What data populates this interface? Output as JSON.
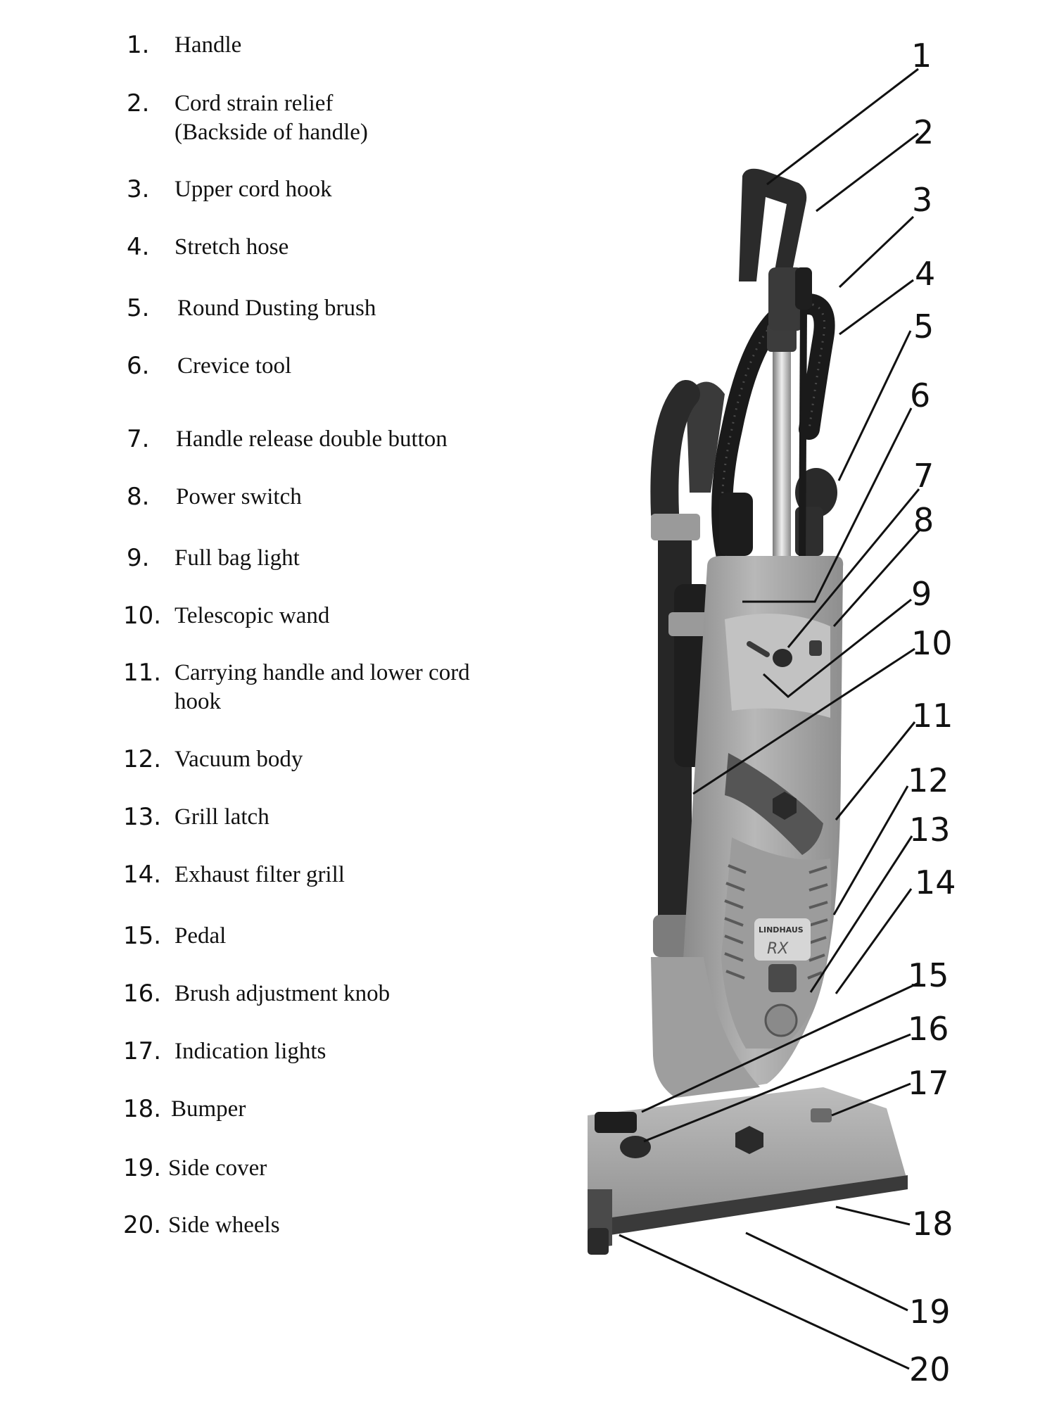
{
  "parts": [
    {
      "num": "1.",
      "label": "Handle",
      "callout": "1"
    },
    {
      "num": "2.",
      "label": "Cord strain relief",
      "label2": "(Backside of handle)",
      "callout": "2"
    },
    {
      "num": "3.",
      "label": "Upper cord hook",
      "callout": "3"
    },
    {
      "num": "4.",
      "label": "Stretch hose",
      "callout": "4"
    },
    {
      "num": "5.",
      "label": "Round Dusting brush",
      "callout": "5"
    },
    {
      "num": "6.",
      "label": "Crevice tool",
      "callout": "6"
    },
    {
      "num": "7.",
      "label": "Handle release double button",
      "callout": "7"
    },
    {
      "num": "8.",
      "label": "Power switch",
      "callout": "8"
    },
    {
      "num": "9.",
      "label": "Full bag light",
      "callout": "9"
    },
    {
      "num": "10.",
      "label": "Telescopic wand",
      "callout": "10"
    },
    {
      "num": "11.",
      "label": "Carrying handle and lower cord",
      "label2": "hook",
      "callout": "11"
    },
    {
      "num": "12.",
      "label": "Vacuum body",
      "callout": "12"
    },
    {
      "num": "13.",
      "label": "Grill latch",
      "callout": "13"
    },
    {
      "num": "14.",
      "label": "Exhaust filter grill",
      "callout": "14"
    },
    {
      "num": "15.",
      "label": "Pedal",
      "callout": "15"
    },
    {
      "num": "16.",
      "label": "Brush adjustment knob",
      "callout": "16"
    },
    {
      "num": "17.",
      "label": "Indication lights",
      "callout": "17"
    },
    {
      "num": "18.",
      "label": "Bumper",
      "callout": "18"
    },
    {
      "num": "19.",
      "label": "Side cover",
      "callout": "19"
    },
    {
      "num": "20.",
      "label": "Side wheels",
      "callout": "20"
    }
  ],
  "brand": {
    "name": "LINDHAUS",
    "model": "RX"
  },
  "colors": {
    "ink": "#111111",
    "body": "#a3a3a3",
    "dark": "#2a2a2a",
    "chrome": "#c8c8c8"
  }
}
